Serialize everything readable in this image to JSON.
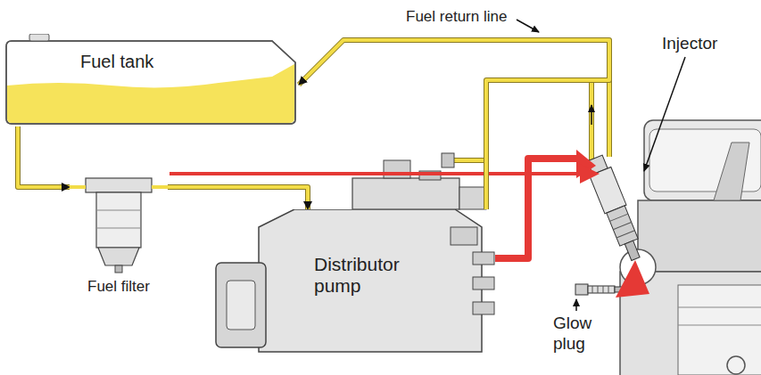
{
  "diagram": {
    "nodes": [
      {
        "text": [
          "Fuel tank"
        ]
      },
      {
        "text": [
          "Fuel filter"
        ]
      },
      {
        "text": [
          "Distributor pump"
        ]
      }
    ],
    "edges": [
      {
        "from": 0,
        "to": 1,
        "arrow": "to"
      },
      {
        "from": 1,
        "to": 2,
        "arrow": "to"
      },
      {
        "from": 2,
        "to": 0,
        "arrow": "to"
      }
    ],
    "labels": [
      "Fuel return line",
      "Injector",
      "Glow plug"
    ]
  }
}
